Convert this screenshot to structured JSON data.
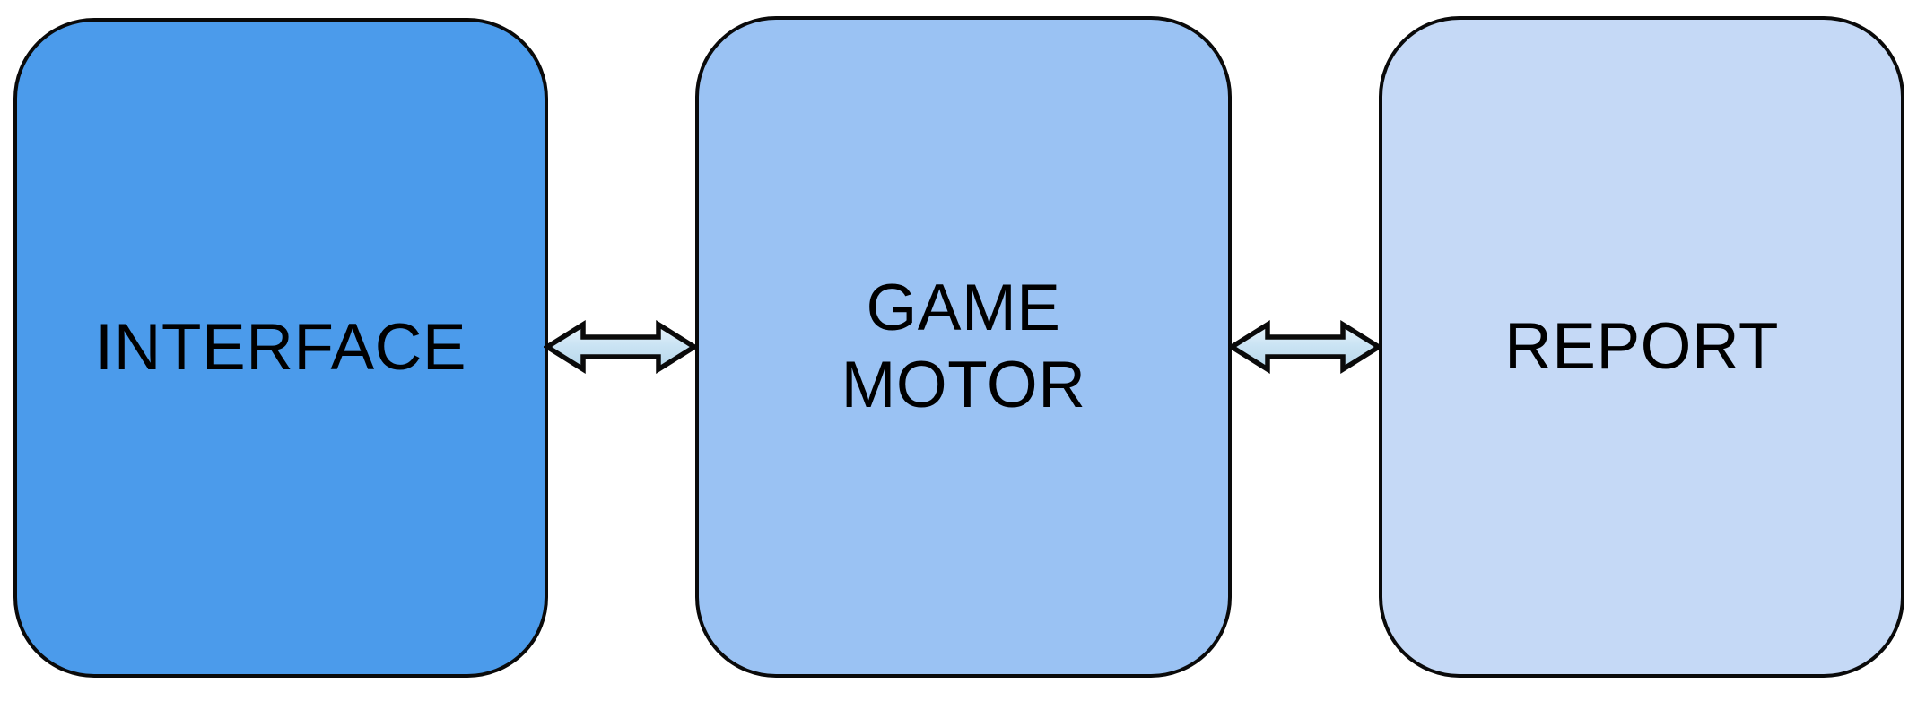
{
  "diagram": {
    "background_color": "#ffffff",
    "node_border_color": "#0a0a0a",
    "text_color": "#000000",
    "nodes": [
      {
        "id": "interface",
        "lines": [
          "INTERFACE"
        ],
        "fill": "#4b9beb"
      },
      {
        "id": "game-motor",
        "lines": [
          "GAME",
          "MOTOR"
        ],
        "fill": "#9ac2f3"
      },
      {
        "id": "report",
        "lines": [
          "REPORT"
        ],
        "fill": "#c5d9f6"
      }
    ],
    "connectors": [
      {
        "from": "interface",
        "to": "game-motor",
        "type": "double-headed-arrow"
      },
      {
        "from": "game-motor",
        "to": "report",
        "type": "double-headed-arrow"
      }
    ],
    "connector_style": {
      "stroke": "#0a0a0a",
      "fill_top": "#e9f4fb",
      "fill_mid": "#cbe4f4",
      "fill_bottom": "#b5d6ea"
    }
  }
}
